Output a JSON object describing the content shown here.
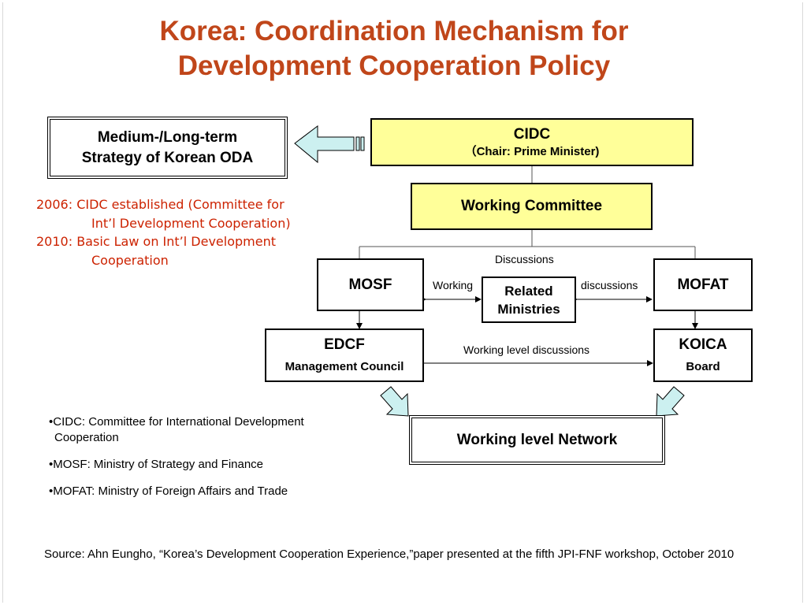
{
  "title": {
    "line1": "Korea: Coordination Mechanism for",
    "line2": "Development Cooperation Policy"
  },
  "nodes": {
    "strategy": {
      "line1": "Medium-/Long-term",
      "line2": "Strategy of Korean ODA"
    },
    "cidc": {
      "name": "CIDC",
      "sub": "（Chair: Prime Minister)"
    },
    "working_committee": "Working Committee",
    "mosf": "MOSF",
    "mofat": "MOFAT",
    "related": {
      "line1": "Related",
      "line2": "Ministries"
    },
    "edcf": {
      "name": "EDCF",
      "sub": "Management Council"
    },
    "koica": {
      "name": "KOICA",
      "sub": "Board"
    },
    "network": "Working level Network"
  },
  "edge_labels": {
    "discussions_top": "Discussions",
    "working": "Working",
    "discussions_right": "discussions",
    "working_level": "Working level discussions"
  },
  "history": {
    "item1": "2006: CIDC established (Committee for",
    "item1_cont": "Int’l Development Cooperation)",
    "item2": "2010: Basic Law on Int’l Development",
    "item2_cont": "Cooperation"
  },
  "notes": {
    "n1": "•CIDC: Committee for International Development",
    "n1_cont": "Cooperation",
    "n2": "•MOSF: Ministry of Strategy and Finance",
    "n3": "•MOFAT: Ministry of Foreign Affairs and Trade"
  },
  "source": "Source: Ahn Eungho, “Korea’s Development Cooperation Experience,”paper presented at the fifth JPI-FNF workshop, October 2010",
  "colors": {
    "title": "#c0461a",
    "history": "#cc2200",
    "yellow_box": "#ffff99",
    "arrow_fill": "#ccf0f0"
  }
}
